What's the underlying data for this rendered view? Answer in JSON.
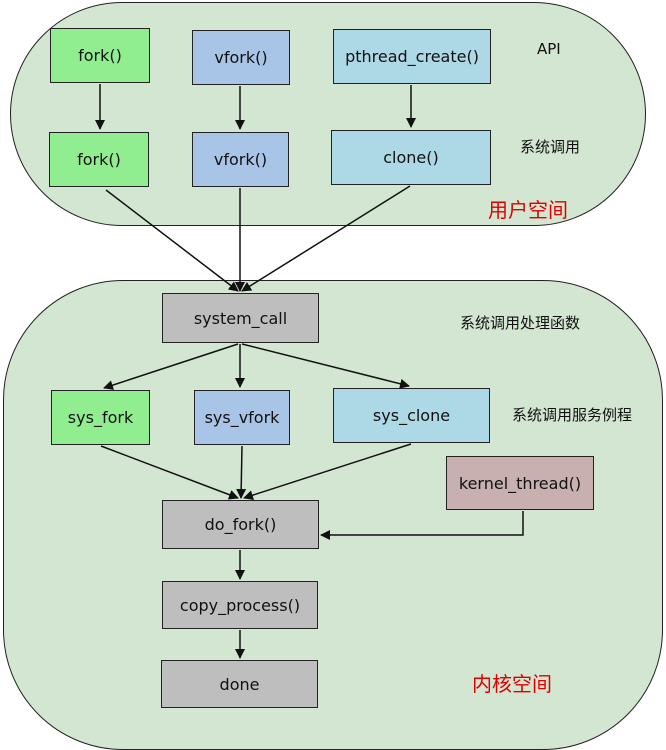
{
  "regions": {
    "user_space": "用户空间",
    "kernel_space": "内核空间"
  },
  "annotations": {
    "api": "API",
    "syscall": "系统调用",
    "syscall_handler": "系统调用处理函数",
    "syscall_service_routine": "系统调用服务例程"
  },
  "boxes": {
    "fork_api": "fork()",
    "vfork_api": "vfork()",
    "pthread_create_api": "pthread_create()",
    "fork_syscall": "fork()",
    "vfork_syscall": "vfork()",
    "clone_syscall": "clone()",
    "system_call": "system_call",
    "sys_fork": "sys_fork",
    "sys_vfork": "sys_vfork",
    "sys_clone": "sys_clone",
    "kernel_thread": "kernel_thread()",
    "do_fork": "do_fork()",
    "copy_process": "copy_process()",
    "done": "done"
  },
  "colors": {
    "region_fill": "#d2e6d2",
    "region_label": "#e00000",
    "green_box": "#90ee90",
    "blue_box": "#a8c4e6",
    "lightblue_box": "#add8e6",
    "gray_box": "#bebebe",
    "mauve_box": "#c8b0b0"
  }
}
